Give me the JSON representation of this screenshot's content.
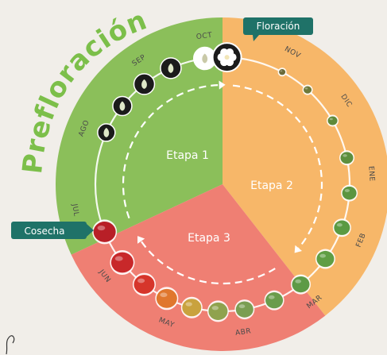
{
  "title": "Prefloración",
  "tags": {
    "flowering": "Floración",
    "harvest": "Cosecha"
  },
  "stages": [
    "Etapa 1",
    "Etapa 2",
    "Etapa 3"
  ],
  "months": [
    "OCT",
    "NOV",
    "DIC",
    "ENE",
    "FEB",
    "MAR",
    "ABR",
    "MAY",
    "JUN",
    "JUL",
    "AGO",
    "SEP"
  ],
  "colors": {
    "stage1": "#8bbf5a",
    "stage2": "#f7b769",
    "stage3": "#ef7f73",
    "ring_border": "#ffffff",
    "title": "#7cbf4a",
    "tag": "#1f7268",
    "inner_arrows": "#ffffff"
  }
}
